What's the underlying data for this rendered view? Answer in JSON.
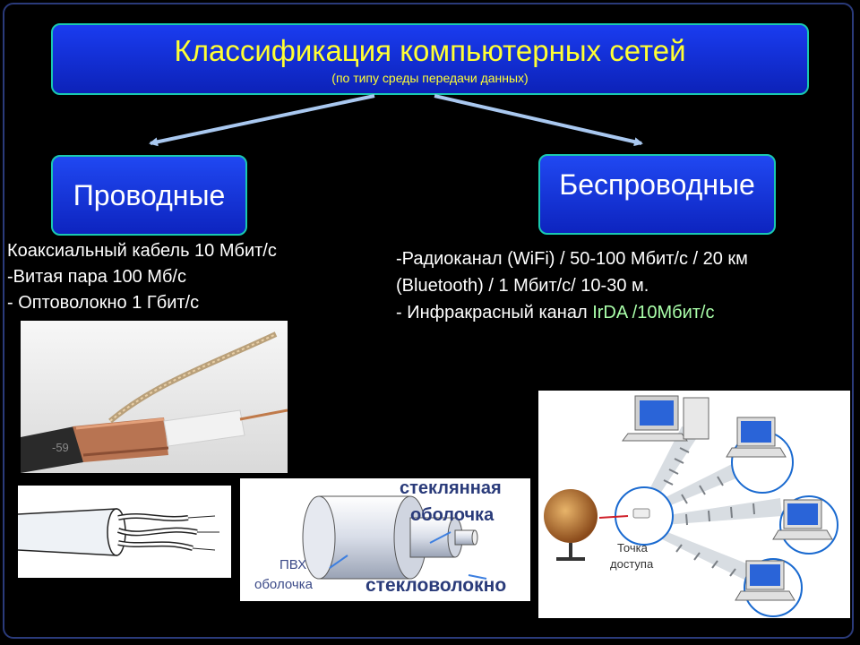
{
  "title": {
    "main": "Классификация компьютерных сетей",
    "sub": "(по типу среды передачи данных)"
  },
  "categories": {
    "wired": "Проводные",
    "wireless": "Беспроводные"
  },
  "wired_list": [
    "Коаксиальный кабель 10 Мбит/с",
    "-Витая пара 100 Мб/с",
    "- Оптоволокно 1 Гбит/с"
  ],
  "wireless_list": {
    "line1": "-Радиоканал (WiFi) / 50-100 Мбит/с / 20 км",
    "line2": "(Bluetooth) / 1 Мбит/с/ 10-30 м.",
    "line3_prefix": "- Инфракрасный канал ",
    "line3_highlight": "IrDA /10Мбит/с"
  },
  "fiber_diagram": {
    "glass_shell_line1": "стеклянная",
    "glass_shell_line2": "оболочка",
    "pvc_line1": "ПВХ",
    "pvc_line2": "оболочка",
    "fiber": "стекловолокно"
  },
  "wifi_diagram": {
    "access_point_line1": "Точка",
    "access_point_line2": "доступа"
  },
  "colors": {
    "title_text": "#ffff33",
    "box_fill": "#1a3cf0",
    "box_border": "#19c9b0",
    "arrow": "#a9c8f0",
    "highlight": "#aaffaa"
  }
}
